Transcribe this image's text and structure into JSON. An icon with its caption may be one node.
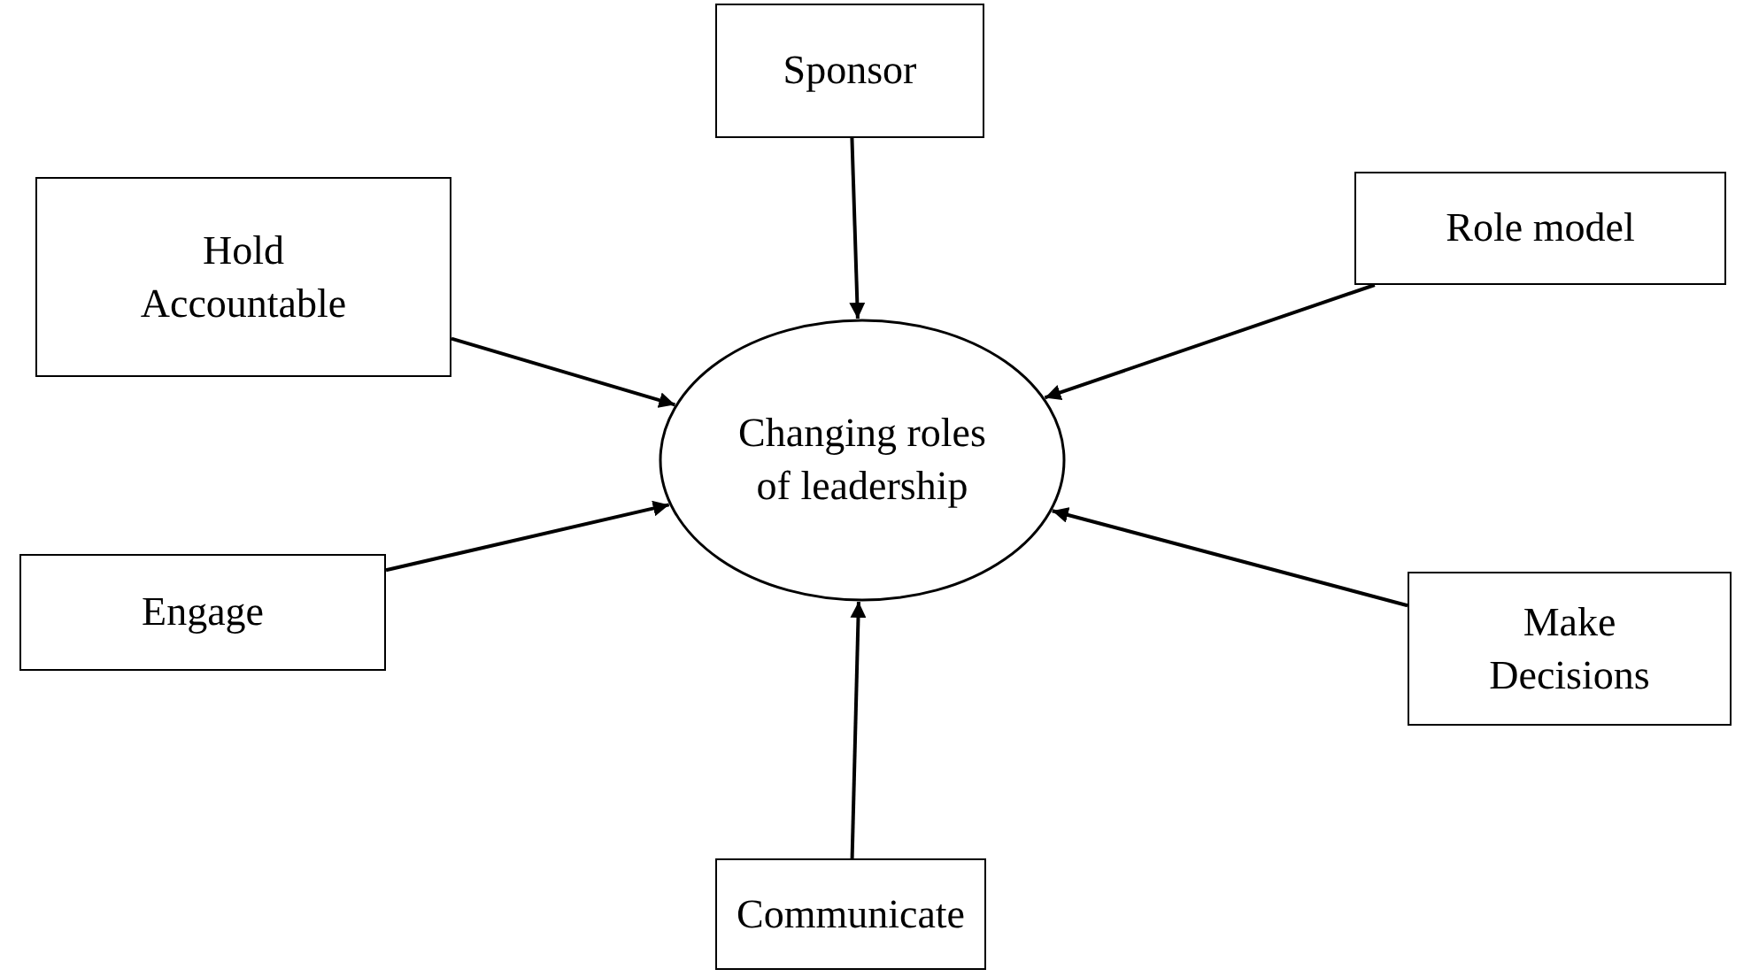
{
  "diagram": {
    "nodes": [
      {
        "text": [
          "Sponsor"
        ]
      },
      {
        "text": [
          "Hold Accountable"
        ]
      },
      {
        "text": [
          "Role model"
        ]
      },
      {
        "text": [
          "Changing roles of leadership"
        ]
      },
      {
        "text": [
          "Engage"
        ]
      },
      {
        "text": [
          "Make Decisions"
        ]
      },
      {
        "text": [
          "Communicate"
        ]
      }
    ],
    "edges": [
      {
        "from": 0,
        "to": 3,
        "arrow": "to"
      },
      {
        "from": 1,
        "to": 3,
        "arrow": "to"
      },
      {
        "from": 2,
        "to": 3,
        "arrow": "to"
      },
      {
        "from": 4,
        "to": 3,
        "arrow": "to"
      },
      {
        "from": 5,
        "to": 3,
        "arrow": "to"
      },
      {
        "from": 6,
        "to": 3,
        "arrow": "to"
      }
    ]
  }
}
